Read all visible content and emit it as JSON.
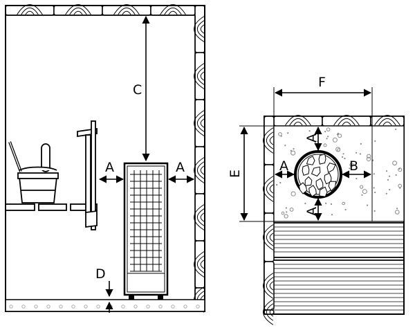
{
  "diagram": {
    "side_view": {
      "labels": {
        "clearance_side_left": "A",
        "clearance_side_right": "A",
        "clearance_ceiling": "C",
        "clearance_floor": "D"
      }
    },
    "top_view": {
      "labels": {
        "width": "F",
        "depth": "E",
        "clearance_top": "A",
        "clearance_left": "A",
        "clearance_bottom": "A",
        "clearance_right": "B"
      }
    },
    "colors": {
      "line": "#000000",
      "fill": "#ffffff",
      "stone": "#cccccc"
    }
  }
}
